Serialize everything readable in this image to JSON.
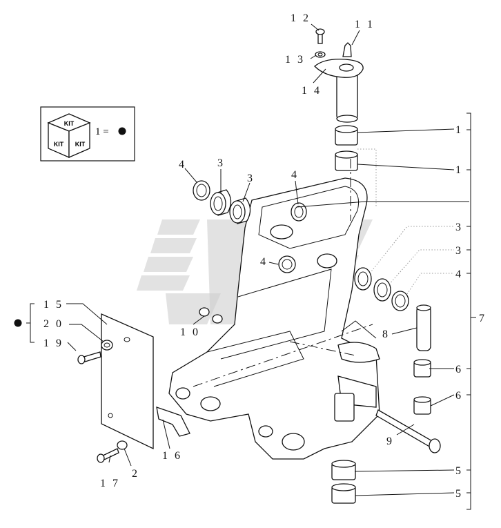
{
  "kit_box": {
    "cube_text": "KIT",
    "equation": "1 ="
  },
  "bracket_left": {
    "items": [
      "1 5",
      "2 0",
      "1 9"
    ]
  },
  "callouts": [
    {
      "id": "c11",
      "text": "1 1"
    },
    {
      "id": "c12",
      "text": "1 2"
    },
    {
      "id": "c13",
      "text": "1 3"
    },
    {
      "id": "c14",
      "text": "1 4"
    },
    {
      "id": "c4a",
      "text": "4"
    },
    {
      "id": "c3a",
      "text": "3"
    },
    {
      "id": "c3b",
      "text": "3"
    },
    {
      "id": "c4b",
      "text": "4"
    },
    {
      "id": "c4c",
      "text": "4"
    },
    {
      "id": "c10",
      "text": "1 0"
    },
    {
      "id": "c8",
      "text": "8"
    },
    {
      "id": "c9",
      "text": "9"
    },
    {
      "id": "c16",
      "text": "1 6"
    },
    {
      "id": "c17",
      "text": "1 7"
    },
    {
      "id": "c2",
      "text": "2"
    }
  ],
  "right_list": [
    {
      "id": "r1a",
      "text": "1"
    },
    {
      "id": "r1b",
      "text": "1"
    },
    {
      "id": "r3a",
      "text": "3"
    },
    {
      "id": "r3b",
      "text": "3"
    },
    {
      "id": "r4",
      "text": "4"
    },
    {
      "id": "r6a",
      "text": "6"
    },
    {
      "id": "r6b",
      "text": "6"
    },
    {
      "id": "r5a",
      "text": "5"
    },
    {
      "id": "r5b",
      "text": "5"
    }
  ],
  "group_label": "7"
}
